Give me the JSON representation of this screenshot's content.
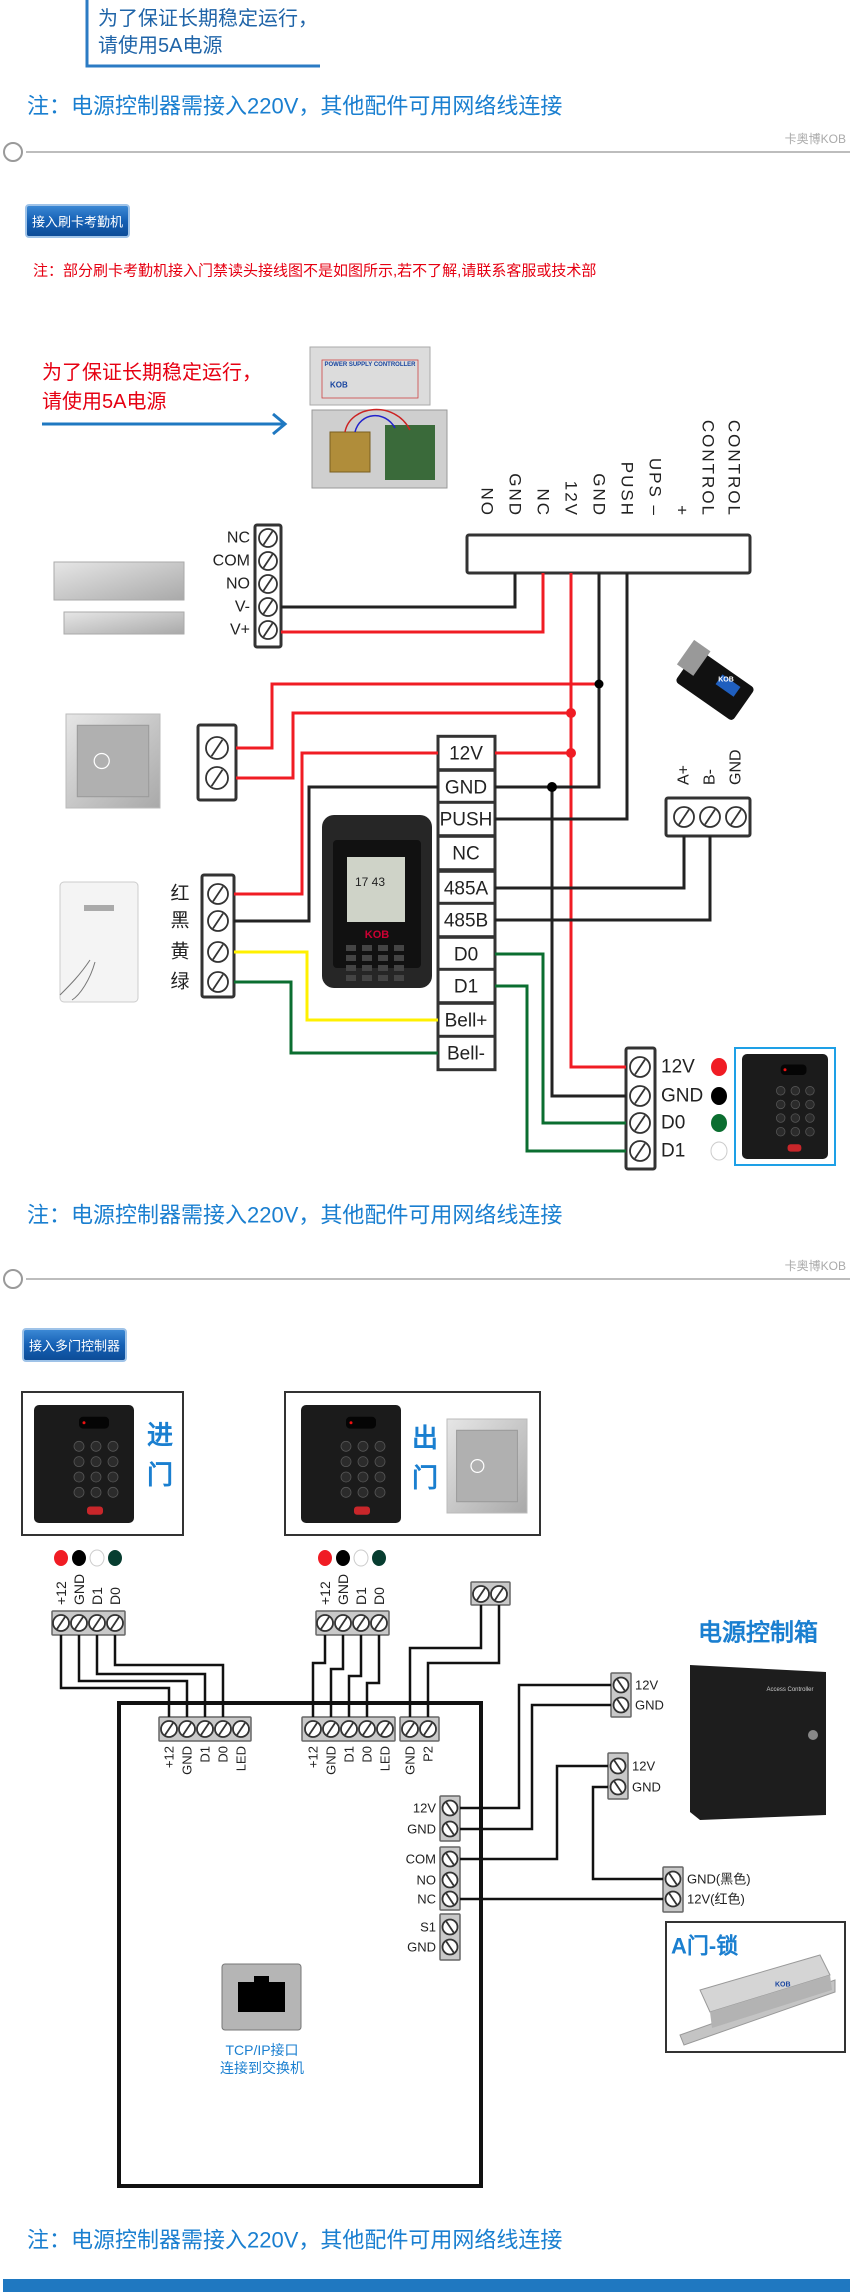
{
  "watermark": "卡奥博KOB",
  "top": {
    "callout": [
      "为了保证长期稳定运行，",
      "请使用5A电源"
    ],
    "note": "注：电源控制器需接入220V，其他配件可用网络线连接"
  },
  "section1": {
    "button": "接入刷卡考勤机",
    "warning": "注：部分刷卡考勤机接入门禁读头接线图不是如图所示,若不了解,请联系客服或技术部",
    "callout": [
      "为了保证长期稳定运行，",
      "请使用5A电源"
    ],
    "power_supply": {
      "title": "POWER SUPPLY CONTROLLER",
      "brand": "KOB"
    },
    "controller_terminals": [
      "NO",
      "GND",
      "NC",
      "12V",
      "GND",
      "PUSH",
      "UPS –",
      "+",
      "CONTROL",
      "CONTROL"
    ],
    "lock_terminals": [
      "NC",
      "COM",
      "NO",
      "V-",
      "V+"
    ],
    "wire_colors": [
      "红",
      "黑",
      "黄",
      "绿"
    ],
    "machine_terminals": [
      "12V",
      "GND",
      "PUSH",
      "NC",
      "485A",
      "485B",
      "D0",
      "D1",
      "Bell+",
      "Bell-"
    ],
    "machine": {
      "brand": "KOB",
      "time": "17 43"
    },
    "converter_terminals": [
      "A+",
      "B-",
      "GND"
    ],
    "converter_brand": "KOB",
    "reader_terminals": [
      "12V",
      "GND",
      "D0",
      "D1"
    ],
    "note": "注：电源控制器需接入220V，其他配件可用网络线连接"
  },
  "section2": {
    "button": "接入多门控制器",
    "entry_label": [
      "进",
      "门"
    ],
    "exit_label": [
      "出",
      "门"
    ],
    "reader_terminals": [
      "+12",
      "GND",
      "D1",
      "D0"
    ],
    "controller_reader_terminals": [
      "+12",
      "GND",
      "D1",
      "D0",
      "LED"
    ],
    "controller_button_terminals": [
      "GND",
      "P2"
    ],
    "controller_power_terminals": [
      "12V",
      "GND"
    ],
    "controller_relay_terminals": [
      "COM",
      "NO",
      "NC"
    ],
    "controller_sensor_terminals": [
      "S1",
      "GND"
    ],
    "power_box_title": "电源控制箱",
    "power_box_caption": "Access Controller",
    "power_out1": [
      "12V",
      "GND"
    ],
    "power_out2": [
      "12V",
      "GND"
    ],
    "lock_terminals": [
      "GND(黑色)",
      "12V(红色)"
    ],
    "lock_title": "A门-锁",
    "lock_brand": "KOB",
    "tcp": [
      "TCP/IP接口",
      "连接到交换机"
    ],
    "note": "注：电源控制器需接入220V，其他配件可用网络线连接"
  },
  "colors": {
    "note_blue": "#1a7fd0",
    "callout_blue": "#1f64a8",
    "warning_red": "#e60012",
    "wire_red": "#f01c24",
    "wire_black": "#222222",
    "wire_green": "#0b6e30",
    "wire_yellow": "#fff000",
    "footer_bar": "#1f78c1"
  }
}
